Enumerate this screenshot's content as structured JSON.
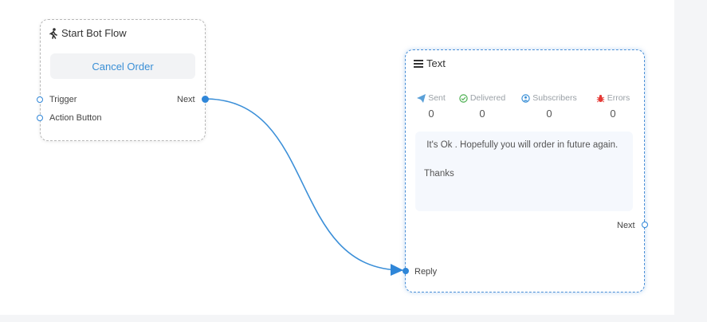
{
  "nodes": {
    "start": {
      "title": "Start Bot Flow",
      "icon": "walking-person-icon",
      "button_label": "Cancel Order",
      "ports": {
        "trigger": "Trigger",
        "action_button": "Action Button",
        "next": "Next"
      }
    },
    "text": {
      "title": "Text",
      "icon": "list-icon",
      "stats": [
        {
          "label": "Sent",
          "value": "0",
          "icon": "paper-plane-icon",
          "color": "#5aa0d8"
        },
        {
          "label": "Delivered",
          "value": "0",
          "icon": "check-circle-icon",
          "color": "#4caf50"
        },
        {
          "label": "Subscribers",
          "value": "0",
          "icon": "user-circle-icon",
          "color": "#3a8fd6"
        },
        {
          "label": "Errors",
          "value": "0",
          "icon": "bug-icon",
          "color": "#e53935"
        }
      ],
      "message": " It's Ok . Hopefully you will order in future again.\n\nThanks",
      "ports": {
        "next": "Next",
        "reply": "Reply"
      }
    }
  },
  "colors": {
    "accent": "#2f86d8",
    "edge": "#3b8fd8"
  }
}
